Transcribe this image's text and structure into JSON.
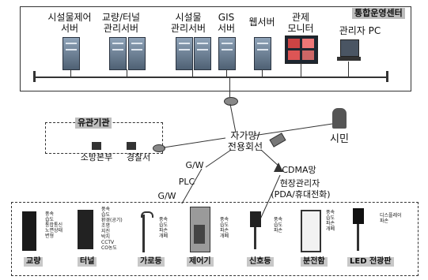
{
  "top_center": {
    "header": "통합운영센터",
    "servers": [
      {
        "label_l1": "시설물제어",
        "label_l2": "서버"
      },
      {
        "label_l1": "교량/터널",
        "label_l2": "관리서버"
      },
      {
        "label_l1": "시설물",
        "label_l2": "관리서버"
      },
      {
        "label_l1": "GIS",
        "label_l2": "서버"
      },
      {
        "label_l1": "웹서버",
        "label_l2": ""
      },
      {
        "label_l1": "관제",
        "label_l2": "모니터"
      }
    ],
    "pc_label": "관리자 PC"
  },
  "related_agencies": {
    "header": "유관기관",
    "fire": "소방본부",
    "police": "경찰서"
  },
  "network": {
    "core_l1": "자가망/",
    "core_l2": "전용회선",
    "citizen": "시민",
    "cdma": "CDMA망",
    "field_l1": "현장관리자",
    "field_l2": "(PDA/휴대전화)",
    "gw1": "G/W",
    "gw2": "G/W",
    "plc": "PLC"
  },
  "devices": [
    {
      "label": "교량",
      "specs": [
        "풍속",
        "습도",
        "통합통신",
        "노면상태",
        "변형"
      ]
    },
    {
      "label": "터널",
      "specs": [
        "풍속",
        "습도",
        "환경(공기)",
        "조명",
        "지진",
        "박치",
        "CCTV",
        "CO농도"
      ]
    },
    {
      "label": "가로등",
      "specs": [
        "풍속",
        "습도",
        "파손",
        "개폐"
      ]
    },
    {
      "label": "제어기",
      "specs": []
    },
    {
      "label": "신호등",
      "specs": [
        "풍속",
        "습도",
        "파손",
        "개폐"
      ]
    },
    {
      "label": "분전함",
      "specs": [
        "풍속",
        "습도",
        "파손",
        "개폐"
      ]
    },
    {
      "label": "LED 전광판",
      "specs": [
        "디스플레이",
        "파손"
      ]
    }
  ]
}
